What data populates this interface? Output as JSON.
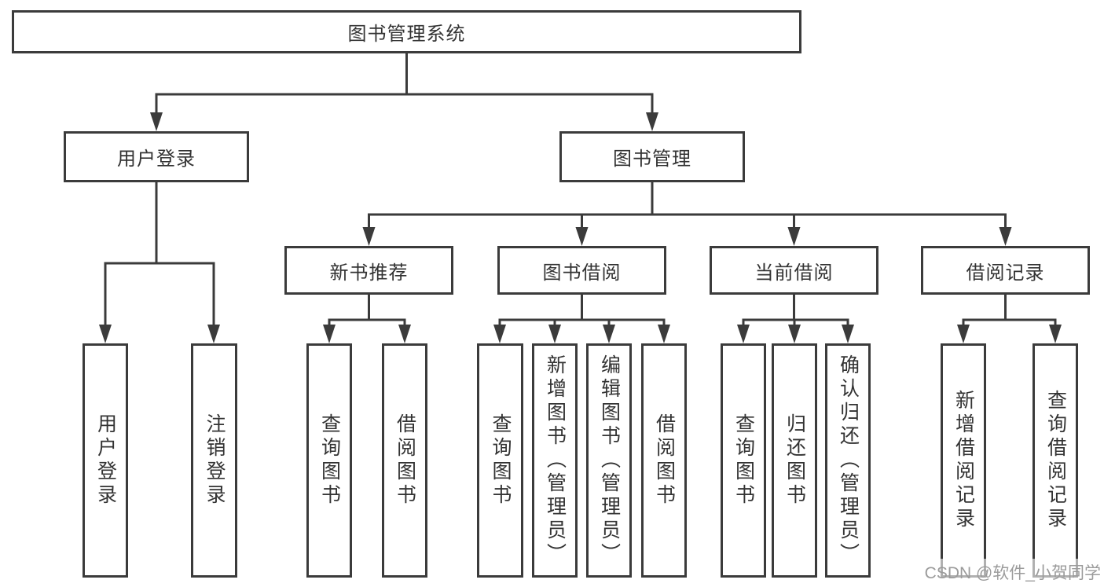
{
  "diagram": {
    "type": "tree",
    "root": {
      "label": "图书管理系统",
      "children": [
        {
          "label": "用户登录",
          "children": [
            {
              "label": "用户登录"
            },
            {
              "label": "注销登录"
            }
          ]
        },
        {
          "label": "图书管理",
          "children": [
            {
              "label": "新书推荐",
              "children": [
                {
                  "label": "查询图书"
                },
                {
                  "label": "借阅图书"
                }
              ]
            },
            {
              "label": "图书借阅",
              "children": [
                {
                  "label": "查询图书"
                },
                {
                  "label": "新增图书（管理员）"
                },
                {
                  "label": "编辑图书（管理员）"
                },
                {
                  "label": "借阅图书"
                }
              ]
            },
            {
              "label": "当前借阅",
              "children": [
                {
                  "label": "查询图书"
                },
                {
                  "label": "归还图书"
                },
                {
                  "label": "确认归还（管理员）"
                }
              ]
            },
            {
              "label": "借阅记录",
              "children": [
                {
                  "label": "新增借阅记录"
                },
                {
                  "label": "查询借阅记录"
                }
              ]
            }
          ]
        }
      ]
    },
    "colors": {
      "line": "#3b3b3b",
      "text": "#333333",
      "watermark": "#9b9b9b"
    }
  },
  "watermark": {
    "text": "CSDN @软件_小贺同学"
  }
}
